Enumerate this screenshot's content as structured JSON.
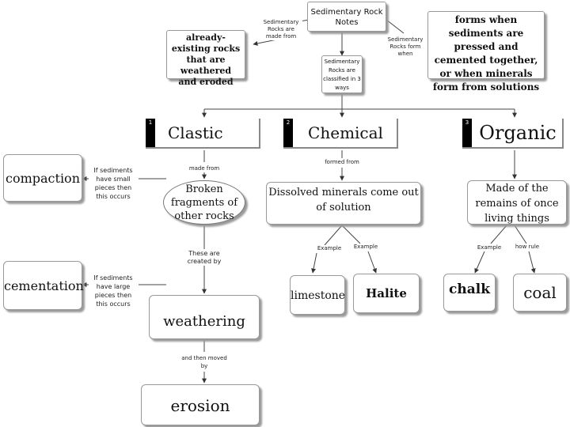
{
  "diagram": {
    "title": "Sedimentary Rock Notes",
    "nodes": {
      "formed_from": "already-existing rocks that are weathered and eroded",
      "forms_when": "forms when sediments are pressed and cemented together, or when minerals form from solutions",
      "classified": "Sedimentary Rocks are classified in 3 ways",
      "clastic_num": "1",
      "clastic": "Clastic",
      "chemical_num": "2",
      "chemical": "Chemical",
      "organic_num": "3",
      "organic": "Organic",
      "compaction": "compaction",
      "cementation": "cementation",
      "broken_fragments": "Broken fragments of other rocks",
      "dissolved_minerals": "Dissolved minerals come out of solution",
      "remains": "Made of the remains of once living things",
      "limestone": "limestone",
      "halite": "Halite",
      "chalk": "chalk",
      "coal": "coal",
      "weathering": "weathering",
      "erosion": "erosion"
    },
    "links": {
      "made_from": "Sedimentary Rocks are made from",
      "form_when": "Sedimentary Rocks form when",
      "compaction_link": "If sediments have small pieces then this occurs",
      "cementation_link": "If sediments have large pieces then this occurs",
      "made_from_clastic": "made from",
      "formed_from_chemical": "formed from",
      "created_by": "These are created by",
      "example_1": "Example",
      "example_2": "Example",
      "example_3": "Example",
      "how_rule": "how rule",
      "then_moved": "and then moved by"
    }
  }
}
